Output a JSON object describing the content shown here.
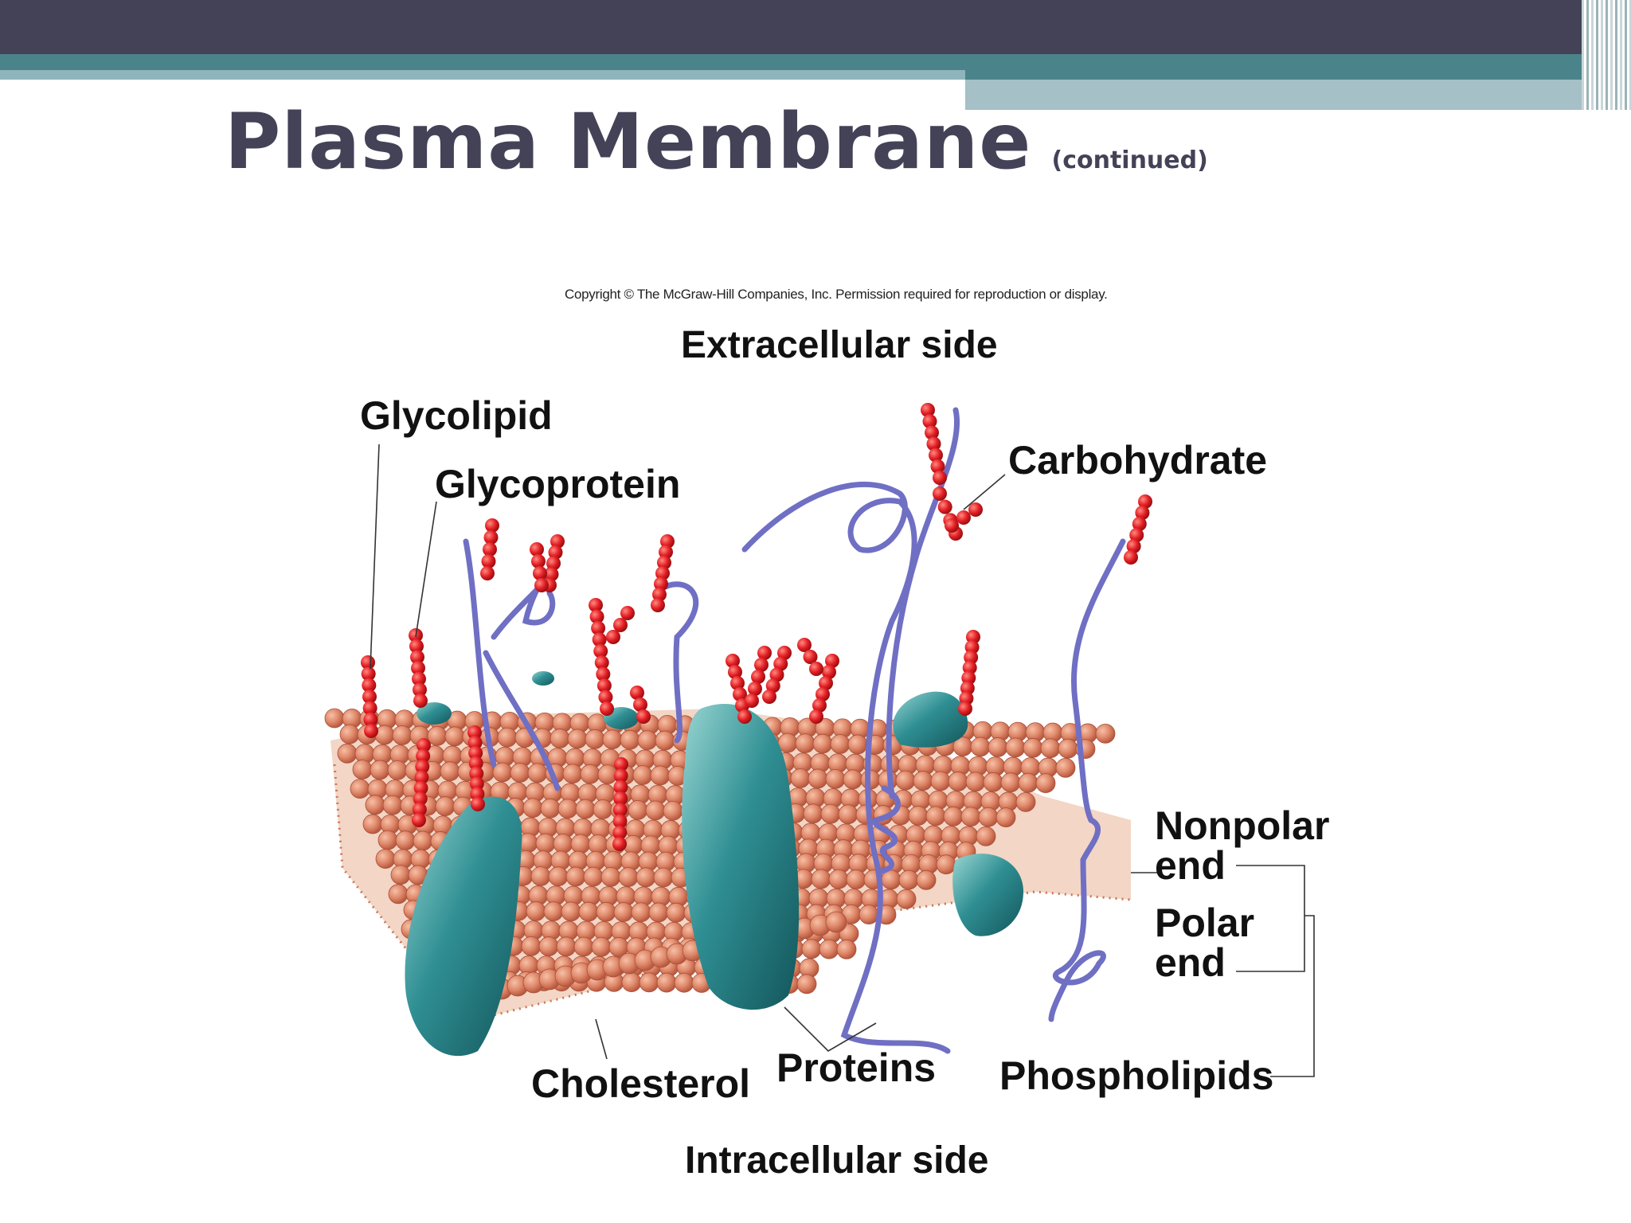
{
  "slide": {
    "title": "Plasma Membrane",
    "subtitle": "(continued)"
  },
  "figure": {
    "copyright": "Copyright © The McGraw-Hill Companies, Inc. Permission required for reproduction or display.",
    "labels": {
      "extracellular": "Extracellular side",
      "intracellular": "Intracellular side",
      "glycolipid": "Glycolipid",
      "glycoprotein": "Glycoprotein",
      "carbohydrate": "Carbohydrate",
      "nonpolar": [
        "Nonpolar",
        "end"
      ],
      "polar": [
        "Polar",
        "end"
      ],
      "cholesterol": "Cholesterol",
      "proteins": "Proteins",
      "phospholipids": "Phospholipids"
    }
  },
  "colors": {
    "header_dark": "#434257",
    "header_teal": "#4b838b",
    "lipid_head": "#e08a6c",
    "protein": "#2f8f93",
    "carbohydrate": "#e31e24",
    "protein_chain": "#6f6fc4"
  }
}
